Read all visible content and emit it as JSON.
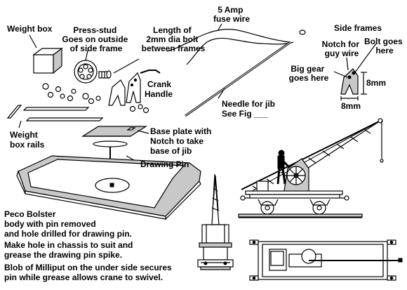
{
  "labels": {
    "weight_box": "Weight box",
    "press_stud": [
      "Press-stud",
      "Goes on outside",
      "of side frame"
    ],
    "bolt": [
      "Length of",
      "2mm dia bolt",
      "between frames"
    ],
    "fuse_wire": [
      "5 Amp",
      "fuse wire"
    ],
    "side_frames": "Side frames",
    "notch": [
      "Notch for",
      "guy wire"
    ],
    "bolt_here": [
      "Bolt goes",
      "here"
    ],
    "big_gear": [
      "Big gear",
      "goes here"
    ],
    "dim_height": "8mm",
    "dim_width": "8mm",
    "crank": [
      "Crank",
      "Handle"
    ],
    "needle": [
      "Needle for jib",
      "See Fig ___"
    ],
    "rails": [
      "Weight",
      "box rails"
    ],
    "base_plate": [
      "Base plate with",
      "Notch to take",
      "base of jib"
    ],
    "drawing_pin": "Drawing Pin",
    "notes": [
      "Peco Bolster",
      "body with pin removed",
      "and hole drilled for drawing pin.",
      "Make hole in chassis to suit and",
      "grease the drawing pin spike.",
      "Blob of Milliput on the under side secures",
      "pin while grease allows crane to swivel."
    ]
  }
}
